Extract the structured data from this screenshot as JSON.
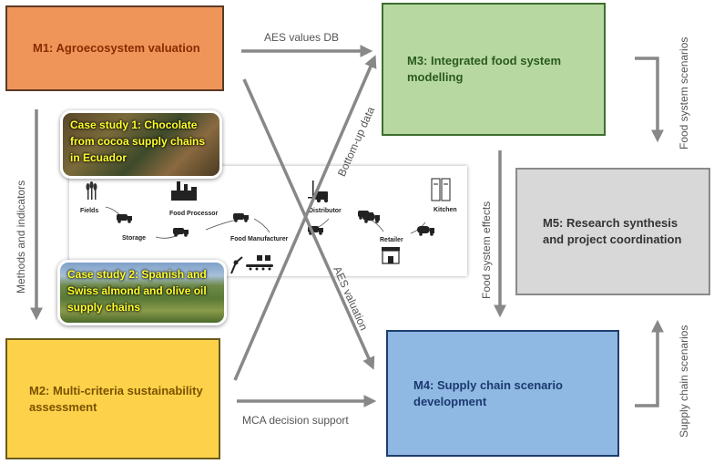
{
  "modules": {
    "m1": "M1: Agroecosystem valuation",
    "m2": "M2: Multi-criteria sustainability assessment",
    "m3": "M3: Integrated food system modelling",
    "m4": "M4: Supply chain scenario development",
    "m5": "M5: Research synthesis and project coordination"
  },
  "arrows": {
    "aes_values_db": "AES values DB",
    "mca_decision_support": "MCA decision support",
    "methods_indicators": "Methods and indicators",
    "bottom_up_data": "Bottom-up data",
    "aes_valuation": "AES valuation",
    "food_system_effects": "Food system effects",
    "food_system_scenarios": "Food system scenarios",
    "supply_chain_scenarios": "Supply chain scenarios"
  },
  "cases": {
    "case1": "Case study 1: Chocolate from cocoa supply chains in Ecuador",
    "case2": "Case study 2: Spanish and Swiss almond and olive oil supply chains"
  },
  "supply_chain": {
    "fields": "Fields",
    "storage": "Storage",
    "food_processor": "Food Processor",
    "food_manufacturer": "Food Manufacturer",
    "distributor": "Distributor",
    "retailer": "Retailer",
    "kitchen": "Kitchen"
  },
  "colors": {
    "m1": "#f0955a",
    "m2": "#fdd24a",
    "m3": "#b7d9a1",
    "m4": "#8fb8e2",
    "m5": "#d8d8d8",
    "arrow": "#888888",
    "case_text": "#ffff2a"
  },
  "icons": [
    "wheat-icon",
    "truck-icon",
    "factory-icon",
    "forklift-icon",
    "tanker-icon",
    "silo-icon",
    "store-icon",
    "conveyor-icon",
    "robot-arm-icon"
  ]
}
